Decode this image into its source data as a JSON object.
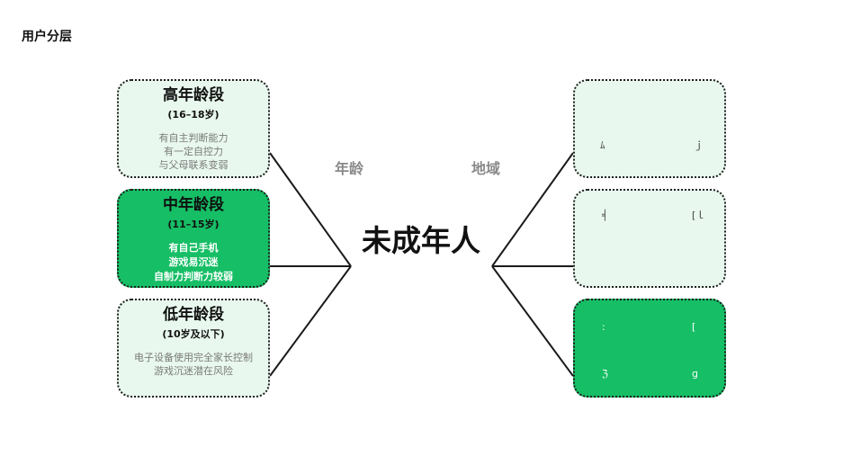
{
  "page_title": "用户分层",
  "center_label": "未成年人",
  "axis_labels": {
    "left": "年龄",
    "right": "地域"
  },
  "colors": {
    "light_fill": "#e8f8ee",
    "dark_fill": "#16be65",
    "border": "#1d1d1d"
  },
  "age_groups": [
    {
      "heading": "高年龄段",
      "range": "(16–18岁)",
      "style": "light",
      "lines": [
        "有自主判断能力",
        "有一定自控力",
        "与父母联系变弱"
      ]
    },
    {
      "heading": "中年龄段",
      "range": "(11–15岁)",
      "style": "dark",
      "lines": [
        "有自己手机",
        "游戏易沉迷",
        "自制力判断力较弱"
      ]
    },
    {
      "heading": "低年龄段",
      "range": "(10岁及以下)",
      "style": "light",
      "lines": [
        "电子设备使用完全家长控制",
        "游戏沉迷潜在风险"
      ]
    }
  ],
  "region_groups": [
    {
      "style": "light",
      "fragments": [
        "ﾑ",
        "ｊ"
      ]
    },
    {
      "style": "light",
      "fragments": [
        "╡",
        "[",
        "ｌ"
      ]
    },
    {
      "style": "dark",
      "fragments": [
        ":",
        "[",
        "ℨ",
        "ɡ"
      ]
    }
  ]
}
